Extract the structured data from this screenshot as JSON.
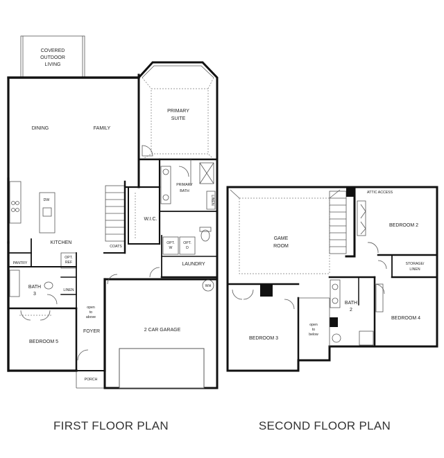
{
  "first_floor": {
    "caption": "FIRST FLOOR PLAN",
    "rooms": {
      "covered_outdoor_line1": "COVERED",
      "covered_outdoor_line2": "OUTDOOR",
      "covered_outdoor_line3": "LIVING",
      "dining": "DINING",
      "family": "FAMILY",
      "primary_suite_line1": "PRIMARY",
      "primary_suite_line2": "SUITE",
      "primary_bath_line1": "PRIMARY",
      "primary_bath_line2": "BATH",
      "linen_vertical": "LINEN",
      "wic": "W.I.C.",
      "dw": "DW",
      "kitchen": "KITCHEN",
      "coats": "COATS",
      "opt_w_line1": "OPT.",
      "opt_w_line2": "W",
      "opt_d_line1": "OPT.",
      "opt_d_line2": "D",
      "laundry": "LAUNDRY",
      "pantry": "PANTRY",
      "opt_ref_line1": "OPT.",
      "opt_ref_line2": "REF",
      "linen": "LINEN",
      "bath3_line1": "BATH",
      "bath3_line2": "3",
      "open_to_above_line1": "open",
      "open_to_above_line2": "to",
      "open_to_above_line3": "above",
      "foyer": "FOYER",
      "garage": "2 CAR GARAGE",
      "wh": "WH",
      "bedroom5": "BEDROOM 5",
      "porch": "PORCH"
    }
  },
  "second_floor": {
    "caption": "SECOND FLOOR PLAN",
    "rooms": {
      "attic_access": "ATTIC ACCESS",
      "game_room_line1": "GAME",
      "game_room_line2": "ROOM",
      "bedroom2": "BEDROOM 2",
      "storage_line1": "STORAGE/",
      "storage_line2": "LINEN",
      "bath2_line1": "BATH",
      "bath2_line2": "2",
      "bedroom4": "BEDROOM 4",
      "bedroom3": "BEDROOM 3",
      "open_to_below_line1": "open",
      "open_to_below_line2": "to",
      "open_to_below_line3": "below"
    }
  }
}
